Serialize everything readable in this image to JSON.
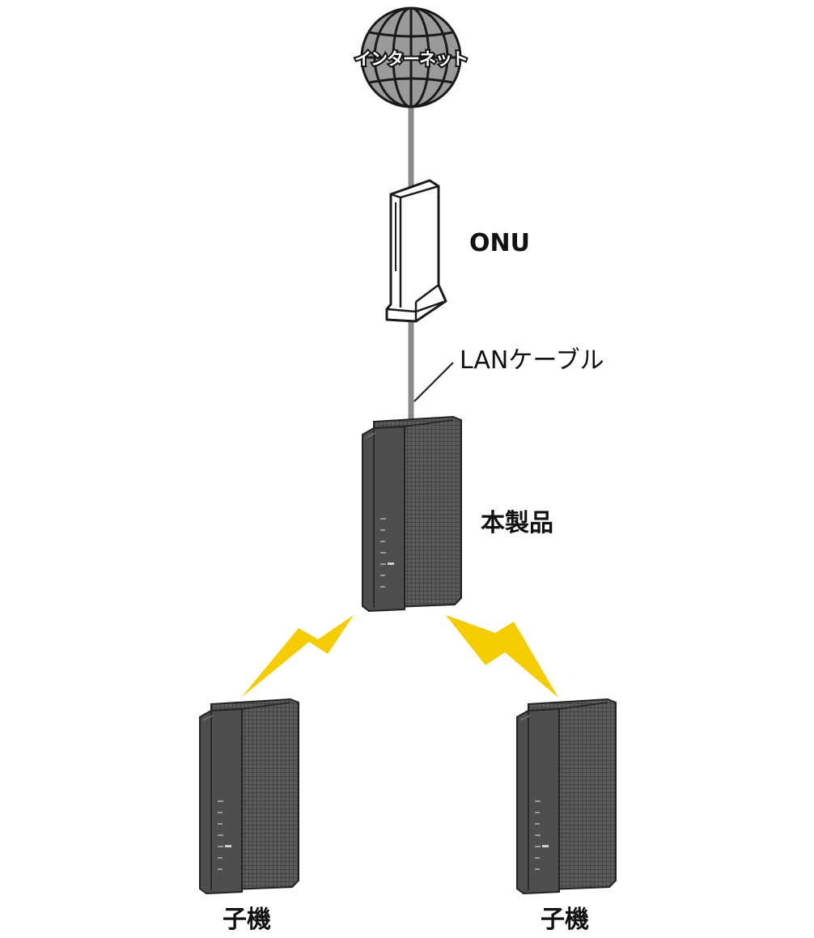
{
  "internet": {
    "label": "インターネット",
    "icon": "globe-icon"
  },
  "onu": {
    "label": "ONU",
    "icon": "onu-device-icon"
  },
  "cable": {
    "label": "LANケーブル"
  },
  "main_router": {
    "label": "本製品",
    "icon": "router-icon"
  },
  "children": [
    {
      "label": "子機",
      "icon": "router-icon"
    },
    {
      "label": "子機",
      "icon": "router-icon"
    }
  ],
  "colors": {
    "wire": "#8a8a8a",
    "device_body": "#5a5a5a",
    "device_dark": "#3a3a3a",
    "wireless_bolt": "#f5cc00",
    "globe": "#9a9a9a"
  }
}
